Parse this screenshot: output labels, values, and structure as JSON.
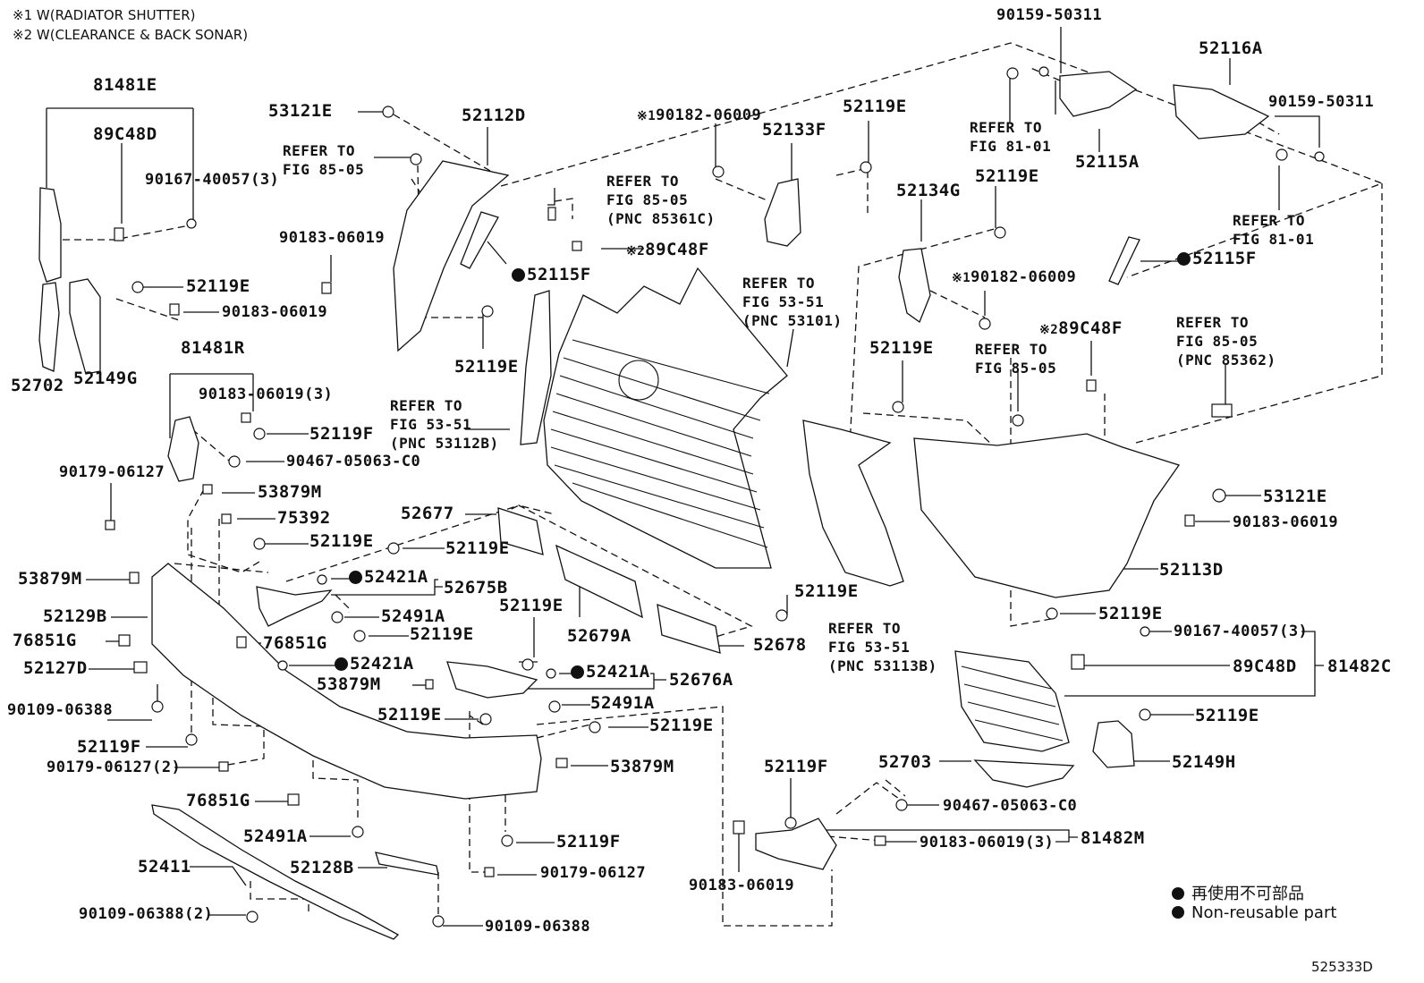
{
  "notes": {
    "n1": "※1 W(RADIATOR SHUTTER)",
    "n2": "※2 W(CLEARANCE & BACK SONAR)"
  },
  "legend": {
    "jp": "再使用不可部品",
    "en": "Non-reusable part"
  },
  "figure_id": "525333D",
  "refs": {
    "r8505_top": "REFER TO\nFIG 85-05",
    "r8505_85361c": "REFER TO\nFIG 85-05\n(PNC 85361C)",
    "r5351_53101": "REFER TO\nFIG 53-51\n(PNC 53101)",
    "r5351_53112b": "REFER TO\nFIG 53-51\n(PNC 53112B)",
    "r8101_a": "REFER TO\nFIG 81-01",
    "r8101_b": "REFER TO\nFIG 81-01",
    "r8505_mid": "REFER TO\nFIG 85-05",
    "r8505_85362": "REFER TO\nFIG 85-05\n(PNC 85362)",
    "r5351_53113b": "REFER TO\nFIG 53-51\n(PNC 53113B)"
  },
  "parts": {
    "p81481E": "81481E",
    "p89C48D_l": "89C48D",
    "p90167_l": "90167-40057(3)",
    "p52702": "52702",
    "p52149G": "52149G",
    "p52119E_a": "52119E",
    "p90183_a": "90183-06019",
    "p81481R": "81481R",
    "p90183_3_a": "90183-06019(3)",
    "p52119F_a": "52119F",
    "p90467_a": "90467-05063-C0",
    "p90179_a": "90179-06127",
    "p53879M_a": "53879M",
    "p75392": "75392",
    "p52119E_b": "52119E",
    "p53879M_b": "53879M",
    "p52129B": "52129B",
    "p76851G_a": "76851G",
    "p76851G_b": "76851G",
    "p52127D": "52127D",
    "p90109_a": "90109-06388",
    "p52119F_b": "52119F",
    "p90179_2": "90179-06127(2)",
    "p76851G_c": "76851G",
    "p52491A_a": "52491A",
    "p52411": "52411",
    "p52128B": "52128B",
    "p90109_2": "90109-06388(2)",
    "p90109_b": "90109-06388",
    "p53121E_a": "53121E",
    "p52112D": "52112D",
    "p90183_b": "90183-06019",
    "p52115F_a": "52115F",
    "p89C48F_a": "89C48F",
    "p52119E_c": "52119E",
    "p52677": "52677",
    "p52119E_d": "52119E",
    "p52421A_a": "52421A",
    "p52675B": "52675B",
    "p52491A_b": "52491A",
    "p52119E_e": "52119E",
    "p52421A_b": "52421A",
    "p53879M_c": "53879M",
    "p52119E_f": "52119E",
    "p52421A_c": "52421A",
    "p52676A": "52676A",
    "p52491A_c": "52491A",
    "p52119E_g": "52119E",
    "p52119E_h": "52119E",
    "p53879M_d": "53879M",
    "p52119F_c": "52119F",
    "p90179_b": "90179-06127",
    "p52679A": "52679A",
    "p52678": "52678",
    "p52119E_i": "52119E",
    "p90182_a": "90182-06009",
    "p52133F": "52133F",
    "p52119E_j": "52119E",
    "p90159_a": "90159-50311",
    "p52116A": "52116A",
    "p90159_b": "90159-50311",
    "p52115A": "52115A",
    "p52134G": "52134G",
    "p52119E_k": "52119E",
    "p90182_b": "90182-06009",
    "p52115F_b": "52115F",
    "p52119E_l": "52119E",
    "p89C48F_b": "89C48F",
    "p53121E_b": "53121E",
    "p90183_c": "90183-06019",
    "p52113D": "52113D",
    "p52119E_m": "52119E",
    "p90167_r": "90167-40057(3)",
    "p89C48D_r": "89C48D",
    "p81482C": "81482C",
    "p52119E_n": "52119E",
    "p52703": "52703",
    "p52149H": "52149H",
    "p52119F_d": "52119F",
    "p90467_b": "90467-05063-C0",
    "p90183_3_b": "90183-06019(3)",
    "p81482M": "81482M",
    "p90183_d": "90183-06019"
  }
}
